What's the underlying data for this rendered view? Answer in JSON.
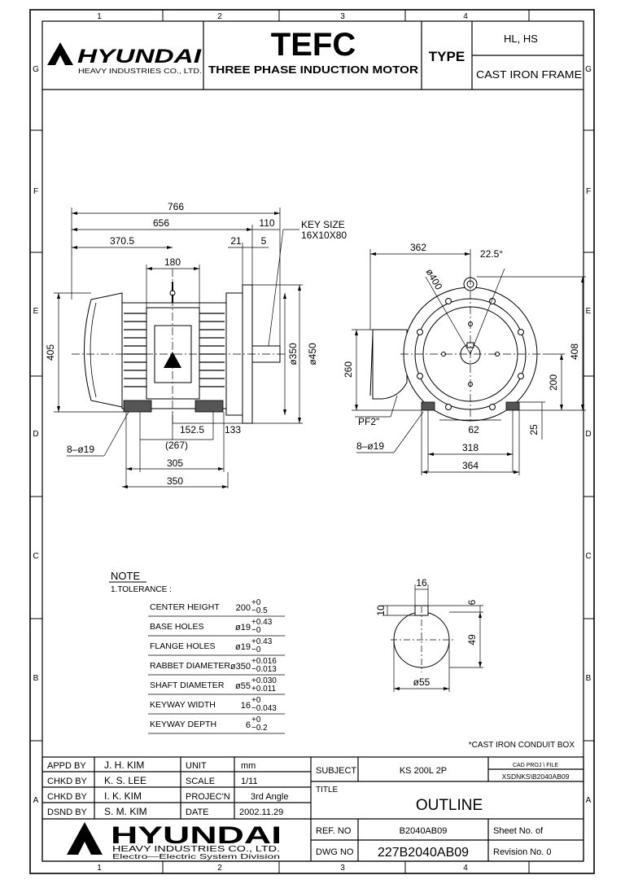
{
  "grid": {
    "columns": [
      "1",
      "2",
      "3",
      "4"
    ],
    "rows": [
      "G",
      "F",
      "E",
      "D",
      "C",
      "B",
      "A"
    ]
  },
  "header": {
    "company": "HYUNDAI",
    "company_sub": "HEAVY INDUSTRIES CO., LTD.",
    "model": "TEFC",
    "motor_title": "THREE PHASE INDUCTION MOTOR",
    "type_label": "TYPE",
    "type_value": "HL, HS",
    "frame": "CAST IRON FRAME"
  },
  "side_view": {
    "key_size_title": "KEY SIZE",
    "key_size_value": "16X10X80",
    "dims": {
      "overall_length": "766",
      "length_656": "656",
      "shaft_110": "110",
      "d21": "21",
      "d5": "5",
      "d370_5": "370.5",
      "d180": "180",
      "height_405": "405",
      "rabbet": "ø350",
      "flange": "ø450",
      "d152_5": "152.5",
      "d133": "133",
      "d267": "(267)",
      "d305": "305",
      "d350": "350",
      "base_holes": "8–ø19"
    }
  },
  "end_view": {
    "dims": {
      "d362": "362",
      "angle": "22.5°",
      "pcd": "ø400",
      "height_260": "260",
      "height_408": "408",
      "height_200": "200",
      "pf": "PF2\"",
      "d62": "62",
      "d25": "25",
      "d318": "318",
      "d364": "364",
      "base_holes": "8–ø19"
    }
  },
  "shaft_section": {
    "d16": "16",
    "d10": "10",
    "d6": "6",
    "d49": "49",
    "d55": "ø55"
  },
  "notes": {
    "title": "NOTE",
    "subtitle": "1.TOLERANCE :",
    "items": [
      {
        "label": "CENTER  HEIGHT",
        "nominal": "200",
        "upper": "+0",
        "lower": "−0.5"
      },
      {
        "label": "BASE  HOLES",
        "nominal": "ø19",
        "upper": "+0.43",
        "lower": "−0"
      },
      {
        "label": "FLANGE  HOLES",
        "nominal": "ø19",
        "upper": "+0.43",
        "lower": "−0"
      },
      {
        "label": "RABBET  DIAMETER",
        "nominal": "ø350",
        "upper": "+0.016",
        "lower": "−0.013"
      },
      {
        "label": "SHAFT  DIAMETER",
        "nominal": "ø55",
        "upper": "+0.030",
        "lower": "+0.011"
      },
      {
        "label": "KEYWAY  WIDTH",
        "nominal": "16",
        "upper": "+0",
        "lower": "−0.043"
      },
      {
        "label": "KEYWAY  DEPTH",
        "nominal": "6",
        "upper": "+0",
        "lower": "−0.2"
      }
    ]
  },
  "conduit_note": "*CAST IRON CONDUIT BOX",
  "title_block": {
    "people": [
      {
        "role": "APPD  BY",
        "name": "J. H. KIM",
        "field": "UNIT",
        "value": "mm"
      },
      {
        "role": "CHKD  BY",
        "name": "K. S. LEE",
        "field": "SCALE",
        "value": "1/11"
      },
      {
        "role": "CHKD  BY",
        "name": "I. K. KIM",
        "field": "PROJEC'N",
        "value": "3rd  Angle"
      },
      {
        "role": "DSND  BY",
        "name": "S. M. KIM",
        "field": "DATE",
        "value": "2002.11.29"
      }
    ],
    "subject_label": "SUBJECT",
    "subject_value": "KS 200L 2P",
    "cad_label": "CAD PROJ    \\  FILE",
    "cad_value": "XSDNKS\\B2040AB09",
    "title_label": "TITLE",
    "title_value": "OUTLINE",
    "ref_label": "REF. NO",
    "ref_value": "B2040AB09",
    "sheet_label": "Sheet No.     of",
    "dwg_label": "DWG  NO",
    "dwg_value": "227B2040AB09",
    "revision_label": "Revision No.   0",
    "company": "HYUNDAI",
    "company_sub": "HEAVY  INDUSTRIES  CO.,  LTD.",
    "division": "Electro—Electric  System  Division"
  },
  "colors": {
    "ink": "#000000",
    "paper": "#ffffff",
    "shade": "#555555"
  }
}
